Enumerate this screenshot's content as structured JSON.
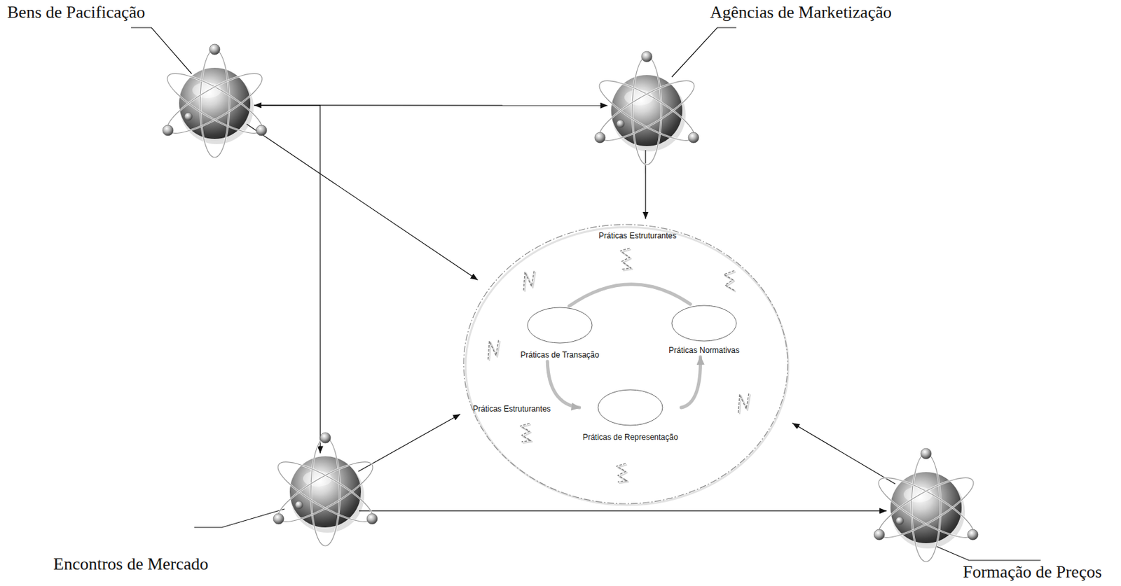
{
  "diagram": {
    "nodes": [
      {
        "text": [
          "Bens de Pacificação"
        ]
      },
      {
        "text": [
          "Agências de Marketização"
        ]
      },
      {
        "text": [
          "Práticas Estruturantes",
          "Práticas Estruturantes"
        ]
      },
      {
        "text": [
          "Práticas de Transação"
        ],
        "in": 2
      },
      {
        "text": [
          "Práticas Normativas"
        ],
        "in": 2
      },
      {
        "text": [
          "Práticas de Representação"
        ],
        "in": 2
      },
      {
        "text": [
          "Encontros de Mercado"
        ]
      },
      {
        "text": [
          "Formação de Preços"
        ]
      }
    ],
    "edges": [
      {
        "from": 0,
        "to": 1,
        "arrow": "both"
      },
      {
        "from": 0,
        "to": 6,
        "arrow": "to"
      },
      {
        "from": 0,
        "to": 2,
        "arrow": "to"
      },
      {
        "from": 1,
        "to": 2,
        "arrow": "to"
      },
      {
        "from": 6,
        "to": 2,
        "arrow": "to"
      },
      {
        "from": 6,
        "to": 7,
        "arrow": "to"
      },
      {
        "from": 7,
        "to": 2,
        "arrow": "to"
      },
      {
        "from": 3,
        "to": 4,
        "arrow": "none"
      },
      {
        "from": 3,
        "to": 5,
        "arrow": "to"
      },
      {
        "from": 5,
        "to": 4,
        "arrow": "to"
      }
    ]
  }
}
